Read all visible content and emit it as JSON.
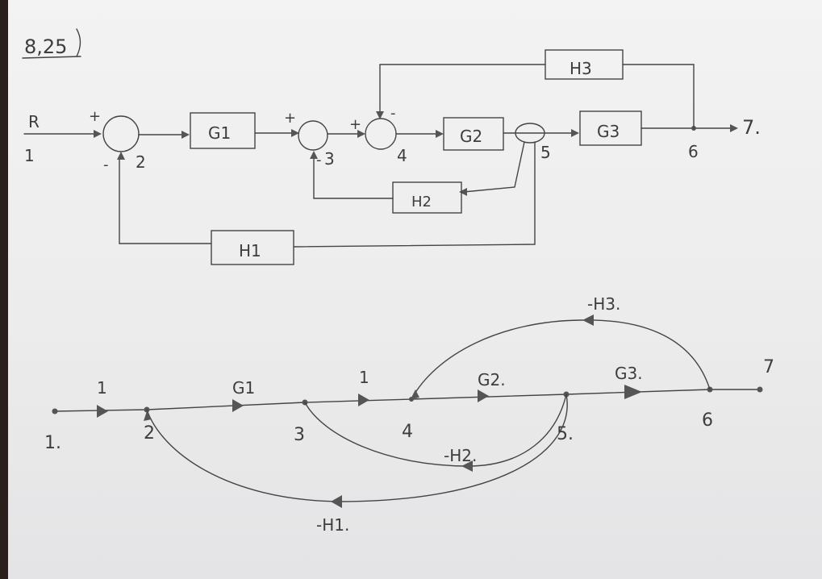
{
  "problem_label": "8,25",
  "block_diagram": {
    "input_symbol": "R",
    "output_label": "7.",
    "node_labels": {
      "n1": "1",
      "n2": "2",
      "n3": "3",
      "n4": "4",
      "n5": "5",
      "n6": "6"
    },
    "signs": {
      "sum1_in": "+",
      "sum1_fb": "-",
      "sum2_in": "+",
      "sum2_fb": "-",
      "sum3_in": "+",
      "sum3_fb": "-"
    },
    "blocks": {
      "g1": "G1",
      "g2": "G2",
      "g3": "G3",
      "h1": "H1",
      "h2": "H2",
      "h3": "H3"
    }
  },
  "signal_flow": {
    "node_labels": {
      "n1": "1.",
      "n2": "2",
      "n3": "3",
      "n4": "4",
      "n5": "5.",
      "n6": "6",
      "n7": "7"
    },
    "branch_gains": {
      "b12": "1",
      "b23": "G1",
      "b34": "1",
      "b45": "G2.",
      "b56": "G3.",
      "fb_h1": "-H1.",
      "fb_h2": "-H2.",
      "fb_h3": "-H3."
    }
  }
}
